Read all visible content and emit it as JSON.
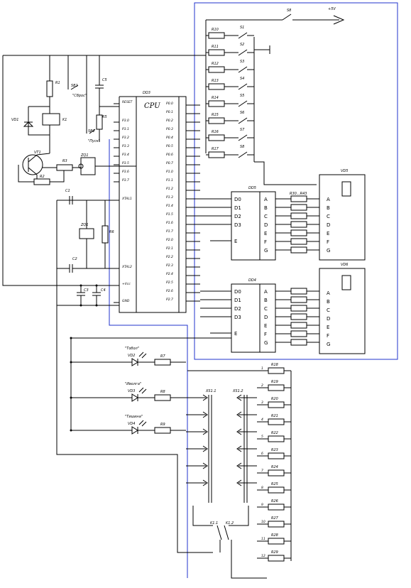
{
  "power": {
    "switch_label": "S8",
    "supply_label": "+5V"
  },
  "cpu": {
    "ref": "DD3",
    "title": "CPU",
    "left_pins": [
      "RESET",
      "P3.0",
      "P3.1",
      "P3.2",
      "P3.3",
      "P3.4",
      "P3.5",
      "P3.6",
      "P3.7",
      "XTAL1",
      "XTAL2",
      "+Vcc",
      "GND"
    ],
    "p0_pins": [
      "P0.0",
      "P0.1",
      "P0.2",
      "P0.3",
      "P0.4",
      "P0.5",
      "P0.6",
      "P0.7"
    ],
    "p1_pins": [
      "P1.0",
      "P1.1",
      "P1.2",
      "P1.3",
      "P1.4",
      "P1.5",
      "P1.6",
      "P1.7"
    ],
    "p2_pins": [
      "P2.0",
      "P2.1",
      "P2.2",
      "P2.3",
      "P2.4",
      "P2.5",
      "P2.6",
      "P2.7"
    ]
  },
  "switch_resistors": [
    "R10",
    "R11",
    "R12",
    "R13",
    "R14",
    "R15",
    "R16",
    "R17"
  ],
  "switches": [
    "S1",
    "S2",
    "S3",
    "S4",
    "S5",
    "S6",
    "S7",
    "S8"
  ],
  "left_parts": {
    "r1": "R1",
    "r2": "R2",
    "r3": "R3",
    "r5": "R5",
    "r6": "R6",
    "c1": "C1",
    "c2": "C2",
    "c3": "C3",
    "c4": "C4",
    "c5": "C5",
    "vt": "VT1",
    "vd1": "VD1",
    "k1": "K1",
    "zq": "ZQ1",
    "sb1": "SB1",
    "sb2": "SB2",
    "sb1_name": "\"Сброс\"",
    "sb2_name": "\"Пуск\""
  },
  "decoders": [
    {
      "ref": "DD5",
      "inputs": [
        "D0",
        "D1",
        "D2",
        "D3"
      ],
      "enable": "E",
      "outputs": [
        "A",
        "B",
        "C",
        "D",
        "E",
        "F",
        "G"
      ]
    },
    {
      "ref": "DD4",
      "inputs": [
        "D0",
        "D1",
        "D2",
        "D3"
      ],
      "enable": "E",
      "outputs": [
        "A",
        "B",
        "C",
        "D",
        "E",
        "F",
        "G"
      ]
    }
  ],
  "resistor_array_label": "R30...R43",
  "indicators": [
    {
      "ref": "VD5",
      "segments": [
        "A",
        "B",
        "C",
        "D",
        "E",
        "F",
        "G"
      ]
    },
    {
      "ref": "VD6",
      "segments": [
        "A",
        "B",
        "C",
        "D",
        "E",
        "F",
        "G"
      ]
    }
  ],
  "leds": [
    {
      "name": "\"Тобол\"",
      "ref": "VD2",
      "resistor": "R7"
    },
    {
      "name": "\"Иволга\"",
      "ref": "VD3",
      "resistor": "R8"
    },
    {
      "name": "\"Тишина\"",
      "ref": "VD4",
      "resistor": "R9"
    }
  ],
  "connectors": {
    "left": "XS1.1",
    "right": "XS1.2"
  },
  "relay_contacts": [
    "K1.1",
    "K1.2"
  ],
  "right_resistors": [
    "R18",
    "R19",
    "R20",
    "R21",
    "R22",
    "R23",
    "R24",
    "R25",
    "R26",
    "R27",
    "R28",
    "R29"
  ],
  "right_pin_numbers": [
    "1",
    "2",
    "3",
    "4",
    "5",
    "6",
    "7",
    "8",
    "9",
    "10",
    "11",
    "12"
  ]
}
